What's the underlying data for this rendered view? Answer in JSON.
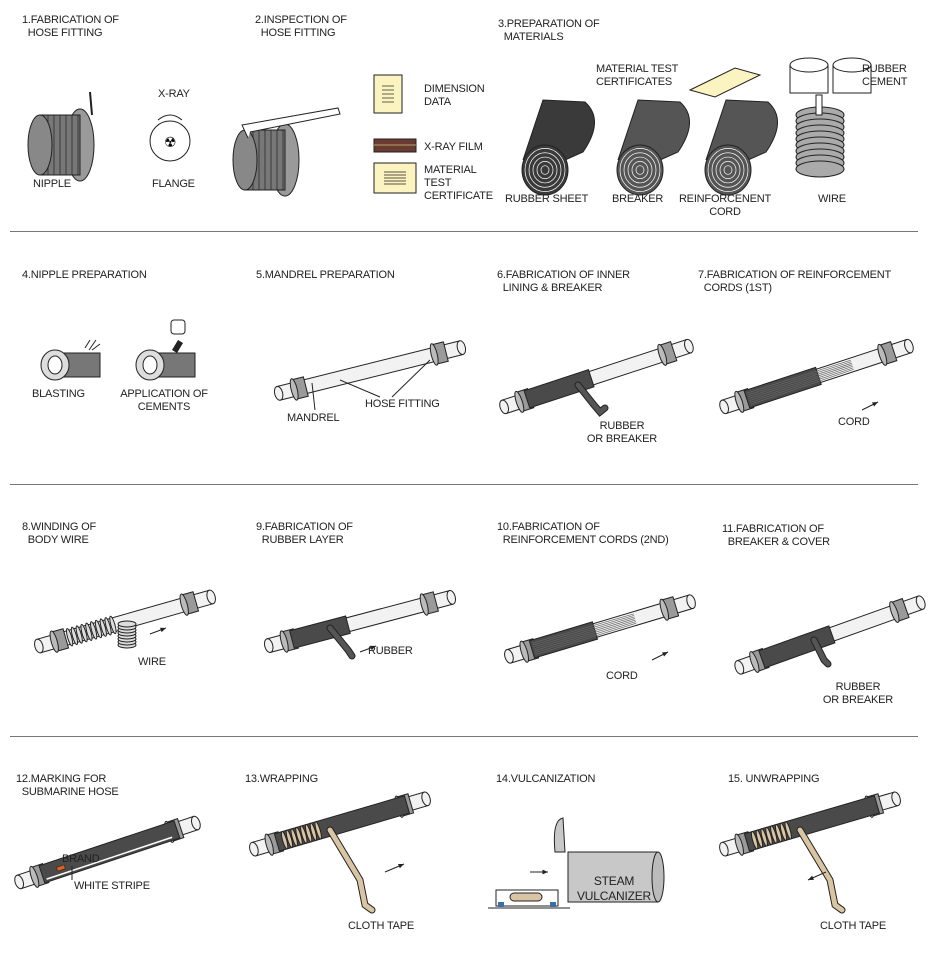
{
  "colors": {
    "rubber": "#4a4a4a",
    "mandrel": "#f2f2f2",
    "fitting": "#9a9a9a",
    "paper": "#fbf3c0",
    "film": "#6b3a32",
    "cloth": "#d9c4a3",
    "brand": "#e0601e",
    "vessel": "#c8c8c8"
  },
  "steps": [
    {
      "title": [
        "1.FABRICATION OF",
        "HOSE FITTING"
      ],
      "labels": {
        "xray": "X-RAY",
        "nipple": "NIPPLE",
        "flange": "FLANGE"
      }
    },
    {
      "title": [
        "2.INSPECTION OF",
        "HOSE FITTING"
      ],
      "labels": {
        "dimension": [
          "DIMENSION",
          "DATA"
        ],
        "film": "X-RAY FILM",
        "certificate": [
          "MATERIAL",
          "TEST",
          "CERTIFICATE"
        ]
      }
    },
    {
      "title": [
        "3.PREPARATION OF",
        "MATERIALS"
      ],
      "labels": {
        "certificates": [
          "MATERIAL TEST",
          "CERTIFICATES"
        ],
        "cement": [
          "RUBBER",
          "CEMENT"
        ],
        "sheet": "RUBBER SHEET",
        "breaker": "BREAKER",
        "cord": [
          "REINFORCENENT",
          "CORD"
        ],
        "wire": "WIRE"
      }
    },
    {
      "title": [
        "4.NIPPLE PREPARATION"
      ],
      "labels": {
        "blasting": "BLASTING",
        "cements": [
          "APPLICATION OF",
          "CEMENTS"
        ]
      }
    },
    {
      "title": [
        "5.MANDREL PREPARATION"
      ],
      "labels": {
        "mandrel": "MANDREL",
        "fitting": "HOSE FITTING"
      }
    },
    {
      "title": [
        "6.FABRICATION OF INNER",
        "LINING & BREAKER"
      ],
      "labels": {
        "rubber": [
          "RUBBER",
          "OR BREAKER"
        ]
      }
    },
    {
      "title": [
        "7.FABRICATION OF REINFORCEMENT",
        "CORDS (1ST)"
      ],
      "labels": {
        "cord": "CORD"
      }
    },
    {
      "title": [
        "8.WINDING OF",
        "BODY WIRE"
      ],
      "labels": {
        "wire": "WIRE"
      }
    },
    {
      "title": [
        "9.FABRICATION OF",
        "RUBBER LAYER"
      ],
      "labels": {
        "rubber": "RUBBER"
      }
    },
    {
      "title": [
        "10.FABRICATION OF",
        "REINFORCEMENT CORDS (2ND)"
      ],
      "labels": {
        "cord": "CORD"
      }
    },
    {
      "title": [
        "11.FABRICATION OF",
        "BREAKER & COVER"
      ],
      "labels": {
        "rubber": [
          "RUBBER",
          "OR BREAKER"
        ]
      }
    },
    {
      "title": [
        "12.MARKING FOR",
        "SUBMARINE HOSE"
      ],
      "labels": {
        "brand": "BRAND",
        "stripe": "WHITE STRIPE"
      }
    },
    {
      "title": [
        "13.WRAPPING"
      ],
      "labels": {
        "tape": "CLOTH TAPE"
      }
    },
    {
      "title": [
        "14.VULCANIZATION"
      ],
      "labels": {
        "vessel": [
          "STEAM",
          "VULCANIZER"
        ]
      }
    },
    {
      "title": [
        "15. UNWRAPPING"
      ],
      "labels": {
        "tape": "CLOTH TAPE"
      }
    }
  ]
}
